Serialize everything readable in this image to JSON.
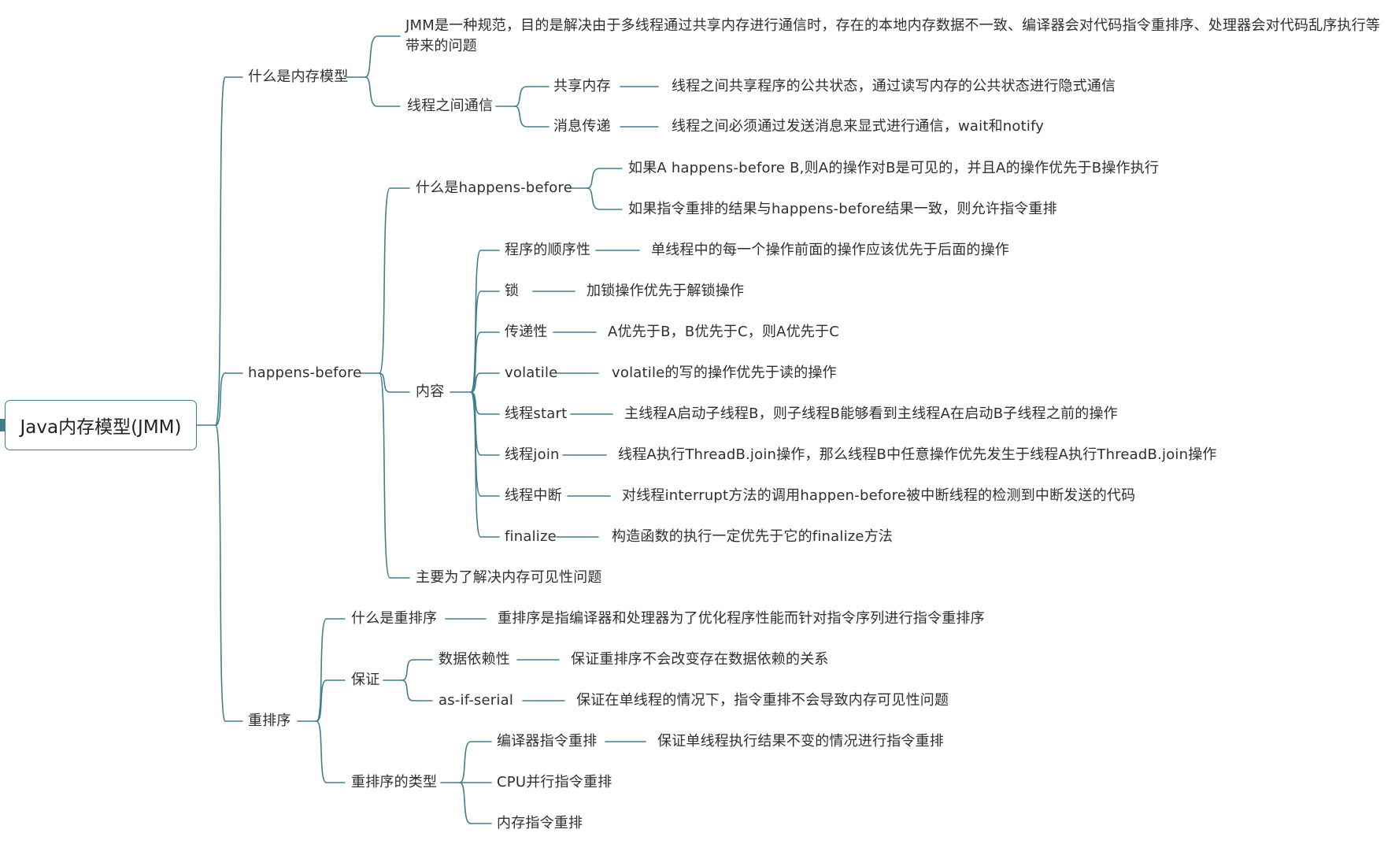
{
  "colors": {
    "line": "#3f7f8c",
    "text": "#2f2f2f",
    "background": "#ffffff"
  },
  "root": "Java内存模型(JMM)",
  "what_is_model": {
    "label": "什么是内存模型",
    "definition": "JMM是一种规范，目的是解决由于多线程通过共享内存进行通信时，存在的本地内存数据不一致、编译器会对代码指令重排序、处理器会对代码乱序执行等带来的问题",
    "communication": {
      "label": "线程之间通信",
      "items": [
        {
          "label": "共享内存",
          "detail": "线程之间共享程序的公共状态，通过读写内存的公共状态进行隐式通信"
        },
        {
          "label": "消息传递",
          "detail": "线程之间必须通过发送消息来显式进行通信，wait和notify"
        }
      ]
    }
  },
  "happens_before": {
    "label": "happens-before",
    "what_is": {
      "label": "什么是happens-before",
      "items": [
        "如果A happens-before B,则A的操作对B是可见的，并且A的操作优先于B操作执行",
        "如果指令重排的结果与happens-before结果一致，则允许指令重排"
      ]
    },
    "content": {
      "label": "内容",
      "rules": [
        {
          "label": "程序的顺序性",
          "detail": "单线程中的每一个操作前面的操作应该优先于后面的操作"
        },
        {
          "label": "锁",
          "detail": "加锁操作优先于解锁操作"
        },
        {
          "label": "传递性",
          "detail": "A优先于B，B优先于C，则A优先于C"
        },
        {
          "label": "volatile",
          "detail": "volatile的写的操作优先于读的操作"
        },
        {
          "label": "线程start",
          "detail": "主线程A启动子线程B，则子线程B能够看到主线程A在启动B子线程之前的操作"
        },
        {
          "label": "线程join",
          "detail": "线程A执行ThreadB.join操作，那么线程B中任意操作优先发生于线程A执行ThreadB.join操作"
        },
        {
          "label": "线程中断",
          "detail": "对线程interrupt方法的调用happen-before被中断线程的检测到中断发送的代码"
        },
        {
          "label": "finalize",
          "detail": "构造函数的执行一定优先于它的finalize方法"
        }
      ]
    },
    "purpose": "主要为了解决内存可见性问题"
  },
  "reorder": {
    "label": "重排序",
    "what_is": {
      "label": "什么是重排序",
      "detail": "重排序是指编译器和处理器为了优化程序性能而针对指令序列进行指令重排序"
    },
    "guarantee": {
      "label": "保证",
      "items": [
        {
          "label": "数据依赖性",
          "detail": "保证重排序不会改变存在数据依赖的关系"
        },
        {
          "label": "as-if-serial",
          "detail": "保证在单线程的情况下，指令重排不会导致内存可见性问题"
        }
      ]
    },
    "types": {
      "label": "重排序的类型",
      "items": [
        {
          "label": "编译器指令重排",
          "detail": "保证单线程执行结果不变的情况进行指令重排"
        },
        {
          "label": "CPU并行指令重排"
        },
        {
          "label": "内存指令重排"
        }
      ]
    }
  }
}
